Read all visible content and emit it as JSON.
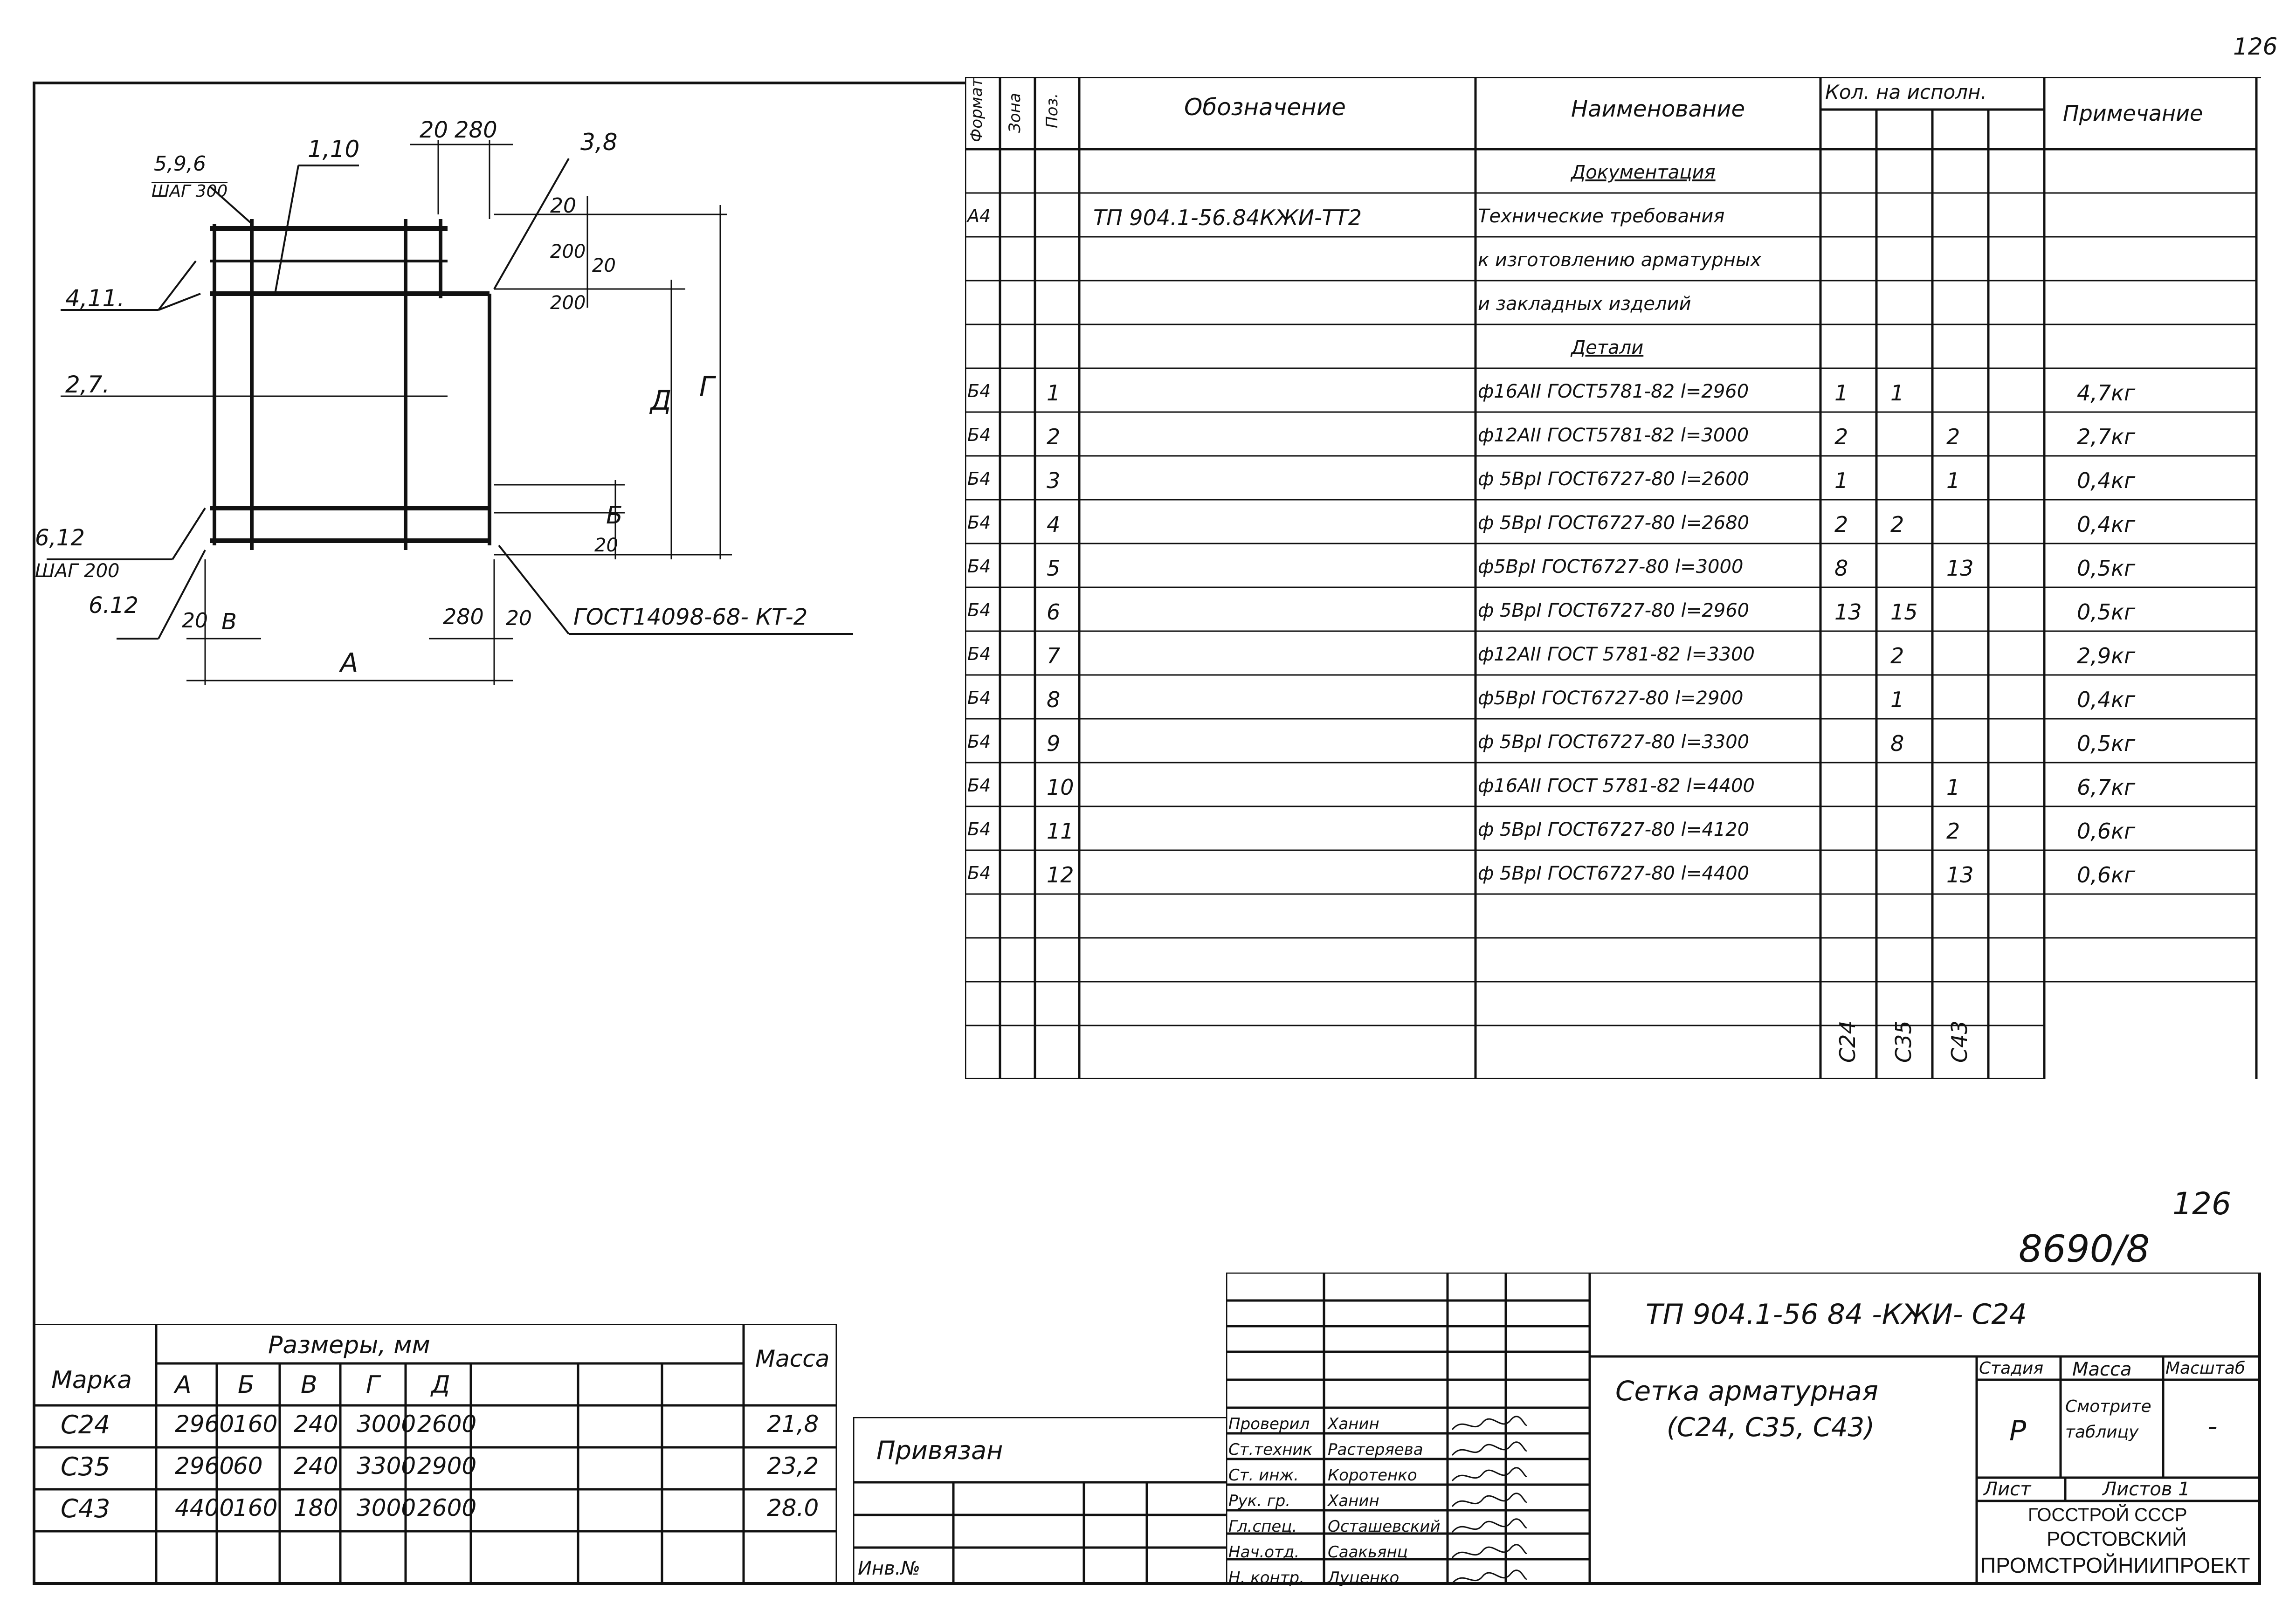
{
  "sheet_number": "126",
  "sheet_number_bottom": "126",
  "archive_number": "8690/8",
  "drawing": {
    "labels": {
      "pos_5_9_6": "5,9,6",
      "step_300": "ШАГ 300",
      "pos_1_10": "1,10",
      "pos_3_8": "3,8",
      "pos_4_11": "4,11.",
      "pos_2_7": "2,7.",
      "pos_6_12a": "6,12",
      "step_200": "ШАГ 200",
      "pos_6_12b": "6.12",
      "gost": "ГОСТ14098-68- КТ-2",
      "dim_A": "А",
      "dim_B": "Б",
      "dim_V": "В",
      "dim_G": "Г",
      "dim_D": "Д",
      "d20_top": "20",
      "d280_top": "280",
      "d20_r1": "20",
      "d200_r1": "200",
      "d20_r2": "20",
      "d200_r2": "200",
      "d20_bl": "20",
      "d280_bot": "280",
      "d20_bot": "20",
      "d20_b2": "20"
    }
  },
  "spec_table": {
    "headers": {
      "format": "Формат",
      "zone": "Зона",
      "pos": "Поз.",
      "designation": "Обозначение",
      "name": "Наименование",
      "qty": "Кол. на исполн.",
      "note": "Примечание"
    },
    "rows": [
      {
        "format": "",
        "pos": "",
        "designation": "",
        "name": "Документация",
        "q1": "",
        "q2": "",
        "q3": "",
        "note": ""
      },
      {
        "format": "А4",
        "pos": "",
        "designation": "ТП 904.1-56.84КЖИ-ТТ2",
        "name": "Технические требования",
        "q1": "",
        "q2": "",
        "q3": "",
        "note": ""
      },
      {
        "format": "",
        "pos": "",
        "designation": "",
        "name": "к изготовлению арматурных",
        "q1": "",
        "q2": "",
        "q3": "",
        "note": ""
      },
      {
        "format": "",
        "pos": "",
        "designation": "",
        "name": "и закладных изделий",
        "q1": "",
        "q2": "",
        "q3": "",
        "note": ""
      },
      {
        "format": "",
        "pos": "",
        "designation": "",
        "name": "Детали",
        "q1": "",
        "q2": "",
        "q3": "",
        "note": ""
      },
      {
        "format": "Б4",
        "pos": "1",
        "designation": "",
        "name": "ф16АII ГОСТ5781-82 l=2960",
        "q1": "1",
        "q2": "1",
        "q3": "",
        "note": "4,7кг"
      },
      {
        "format": "Б4",
        "pos": "2",
        "designation": "",
        "name": "ф12АII ГОСТ5781-82 l=3000",
        "q1": "2",
        "q2": "",
        "q3": "2",
        "note": "2,7кг"
      },
      {
        "format": "Б4",
        "pos": "3",
        "designation": "",
        "name": "ф 5ВрI ГОСТ6727-80 l=2600",
        "q1": "1",
        "q2": "",
        "q3": "1",
        "note": "0,4кг"
      },
      {
        "format": "Б4",
        "pos": "4",
        "designation": "",
        "name": "ф 5ВрI ГОСТ6727-80 l=2680",
        "q1": "2",
        "q2": "2",
        "q3": "",
        "note": "0,4кг"
      },
      {
        "format": "Б4",
        "pos": "5",
        "designation": "",
        "name": "ф5ВрI ГОСТ6727-80 l=3000",
        "q1": "8",
        "q2": "",
        "q3": "13",
        "note": "0,5кг"
      },
      {
        "format": "Б4",
        "pos": "6",
        "designation": "",
        "name": "ф 5ВрI ГОСТ6727-80 l=2960",
        "q1": "13",
        "q2": "15",
        "q3": "",
        "note": "0,5кг"
      },
      {
        "format": "Б4",
        "pos": "7",
        "designation": "",
        "name": "ф12АII ГОСТ 5781-82 l=3300",
        "q1": "",
        "q2": "2",
        "q3": "",
        "note": "2,9кг"
      },
      {
        "format": "Б4",
        "pos": "8",
        "designation": "",
        "name": "ф5ВрI ГОСТ6727-80 l=2900",
        "q1": "",
        "q2": "1",
        "q3": "",
        "note": "0,4кг"
      },
      {
        "format": "Б4",
        "pos": "9",
        "designation": "",
        "name": "ф 5ВрI ГОСТ6727-80 l=3300",
        "q1": "",
        "q2": "8",
        "q3": "",
        "note": "0,5кг"
      },
      {
        "format": "Б4",
        "pos": "10",
        "designation": "",
        "name": "ф16АII ГОСТ 5781-82 l=4400",
        "q1": "",
        "q2": "",
        "q3": "1",
        "note": "6,7кг"
      },
      {
        "format": "Б4",
        "pos": "11",
        "designation": "",
        "name": "ф 5ВрI ГОСТ6727-80 l=4120",
        "q1": "",
        "q2": "",
        "q3": "2",
        "note": "0,6кг"
      },
      {
        "format": "Б4",
        "pos": "12",
        "designation": "",
        "name": "ф 5ВрI ГОСТ6727-80 l=4400",
        "q1": "",
        "q2": "",
        "q3": "13",
        "note": "0,6кг"
      }
    ],
    "variants": [
      "С24",
      "С35",
      "С43"
    ]
  },
  "sizes_table": {
    "title": "Размеры, мм",
    "mark_header": "Марка",
    "mass_header": "Масса",
    "cols": [
      "А",
      "Б",
      "В",
      "Г",
      "Д"
    ],
    "rows": [
      {
        "mark": "С24",
        "A": "2960",
        "B": "160",
        "V": "240",
        "G": "3000",
        "D": "2600",
        "mass": "21,8"
      },
      {
        "mark": "С35",
        "A": "2960",
        "B": "60",
        "V": "240",
        "G": "3300",
        "D": "2900",
        "mass": "23,2"
      },
      {
        "mark": "С43",
        "A": "4400",
        "B": "160",
        "V": "180",
        "G": "3000",
        "D": "2600",
        "mass": "28.0"
      }
    ]
  },
  "binding": {
    "label": "Привязан",
    "inv_label": "Инв.№"
  },
  "title_block": {
    "code": "ТП 904.1-56 84 -КЖИ- С24",
    "title_line1": "Сетка арматурная",
    "title_line2": "(С24, С35, С43)",
    "stage_header": "Стадия",
    "mass_header": "Масса",
    "scale_header": "Масштаб",
    "stage": "Р",
    "mass_value_1": "Смотрите",
    "mass_value_2": "таблицу",
    "scale": "-",
    "sheet_label": "Лист",
    "sheets_label": "Листов 1",
    "org_line1": "ГОССТРОЙ СССР",
    "org_line2": "РОСТОВСКИЙ",
    "org_line3": "ПРОМСТРОЙНИИПРОЕКТ",
    "signatures": [
      {
        "role": "Проверил",
        "name": "Ханин"
      },
      {
        "role": "Ст.техник",
        "name": "Растеряева"
      },
      {
        "role": "Ст. инж.",
        "name": "Коротенко"
      },
      {
        "role": "Рук. гр.",
        "name": "Ханин"
      },
      {
        "role": "Гл.спец.",
        "name": "Осташевский"
      },
      {
        "role": "Нач.отд.",
        "name": "Саакьянц"
      },
      {
        "role": "Н. контр.",
        "name": "Луценко"
      }
    ]
  }
}
